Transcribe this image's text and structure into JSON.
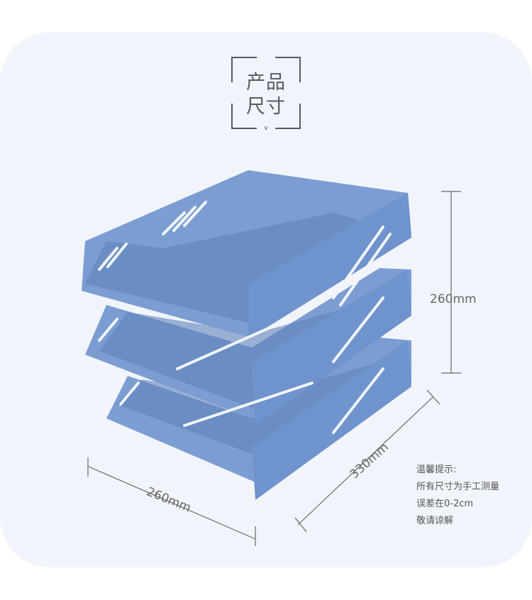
{
  "header": {
    "title_line1": "产品",
    "title_line2": "尺寸",
    "chevron": "v"
  },
  "dimensions": {
    "height": "260mm",
    "depth": "330mm",
    "width": "260mm"
  },
  "notes": [
    "温馨提示:",
    "所有尺寸为手工测量",
    "误差在0-2cm",
    "敬请谅解"
  ],
  "colors": {
    "panel": "#f1f5fb",
    "tray": "#7b9dd2",
    "tray_dark": "#5f82bb",
    "text": "#555b63"
  }
}
